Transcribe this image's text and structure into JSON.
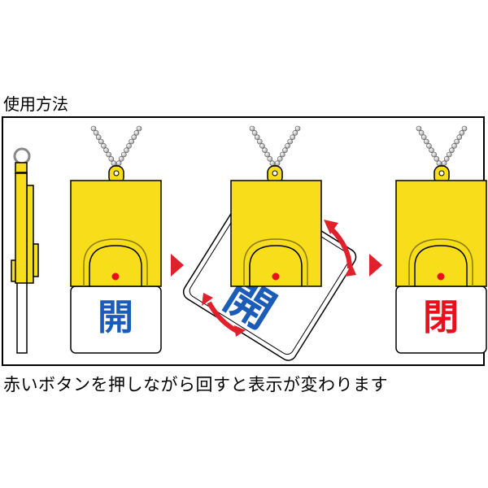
{
  "title": "使用方法",
  "caption": "赤いボタンを押しながら回すと表示が変わります",
  "tags": {
    "front_label": "閉",
    "open_label": "開",
    "open_color": "#1a5cb8",
    "closed_color": "#e8101c",
    "body_color": "#f7dd1a",
    "button_color": "#e8101c",
    "arrow_color": "#e0202a"
  }
}
